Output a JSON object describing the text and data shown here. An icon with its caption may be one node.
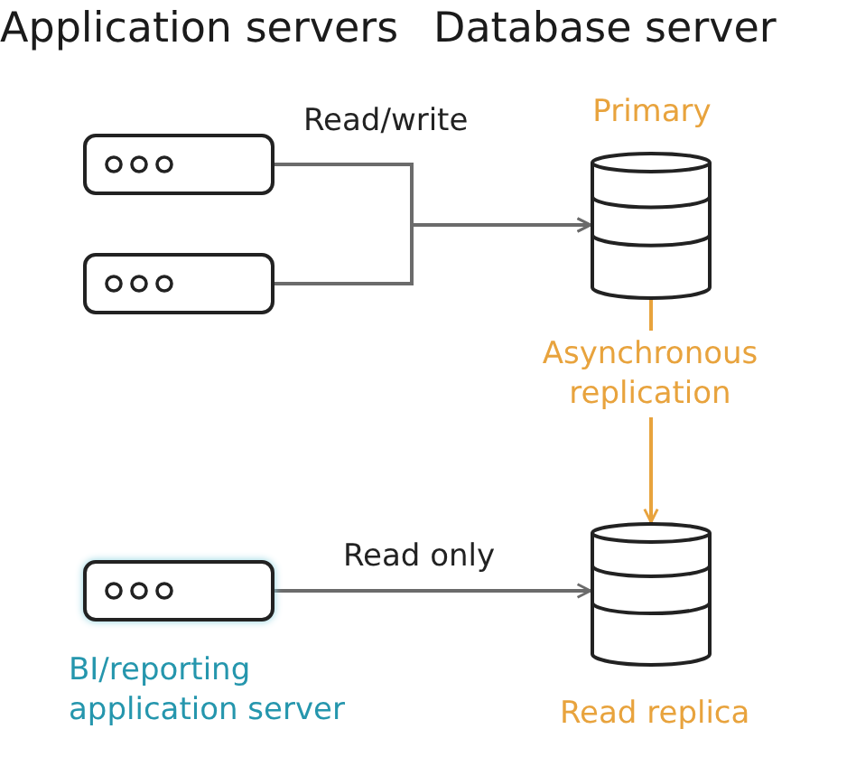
{
  "diagram": {
    "nodes": [
      {
        "text": [],
        "shape": "box"
      },
      {
        "text": [
          "Primary"
        ]
      },
      {
        "text": [],
        "shape": "box"
      },
      {
        "text": [
          "BI/reporting application server"
        ]
      },
      {
        "text": [
          "Read replica"
        ]
      }
    ],
    "edges": [
      {
        "from": 0,
        "to": 1,
        "arrow": "to",
        "label": "Read/write"
      },
      {
        "from": 2,
        "to": 1,
        "arrow": "to"
      },
      {
        "from": 1,
        "to": 4,
        "arrow": "to",
        "label": "Asynchronous replication",
        "color": "#e8a33d"
      },
      {
        "from": 3,
        "to": 4,
        "arrow": "to",
        "label": "Read only"
      }
    ],
    "labels": [
      "Application servers",
      "Database server"
    ]
  }
}
